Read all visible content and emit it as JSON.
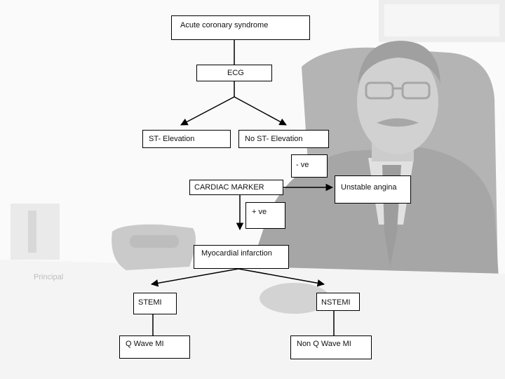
{
  "background": {
    "watermark_text": "Principal",
    "colors": {
      "page": "#f4f4f4",
      "photo_tone": "#2c2c2c",
      "box_fill": "#ffffff",
      "line": "#000000"
    }
  },
  "flowchart": {
    "nodes": {
      "acs": "Acute coronary  syndrome",
      "ecg": "ECG",
      "st_elevation": "ST- Elevation",
      "no_st_elevation": "No ST- Elevation",
      "neg_ve": "- ve",
      "cardiac_marker": "CARDIAC  MARKER",
      "unstable_angina": "Unstable angina",
      "pos_ve": "+ ve",
      "mi": "Myocardial infarction",
      "stemi": "STEMI",
      "nstemi": "NSTEMI",
      "q_wave_mi": "Q Wave MI",
      "non_q_wave_mi": "Non Q Wave MI"
    }
  }
}
